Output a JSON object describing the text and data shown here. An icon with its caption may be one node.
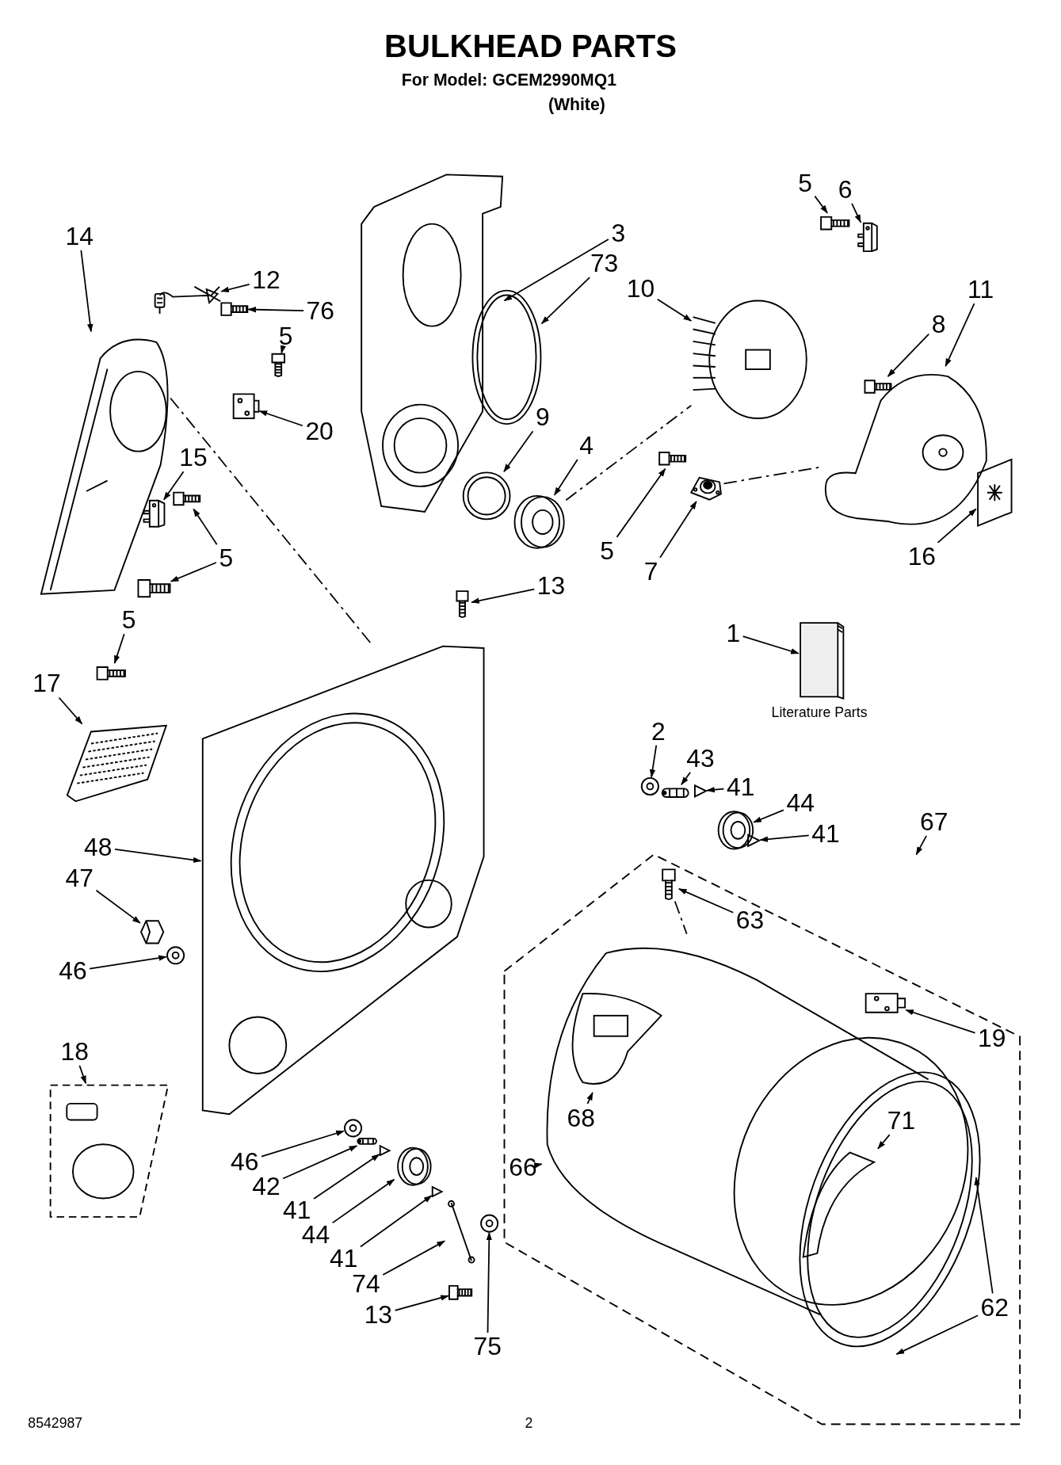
{
  "diagram": {
    "title": "BULKHEAD PARTS",
    "nodes": [
      {
        "text": [
          "14"
        ]
      },
      {
        "text": [],
        "shape": "picture"
      },
      {
        "text": [
          "12"
        ]
      },
      {
        "text": [],
        "shape": "picture"
      },
      {
        "text": [
          "76"
        ]
      },
      {
        "text": [],
        "shape": "picture"
      },
      {
        "text": [
          "5"
        ]
      },
      {
        "text": [],
        "shape": "picture"
      },
      {
        "text": [
          "20"
        ]
      },
      {
        "text": [],
        "shape": "picture"
      },
      {
        "text": [
          "15"
        ]
      },
      {
        "text": [],
        "shape": "picture",
        "in": 1
      },
      {
        "text": [
          "5"
        ]
      },
      {
        "text": [],
        "shape": "picture"
      },
      {
        "text": [],
        "shape": "picture"
      },
      {
        "text": [
          "3"
        ]
      },
      {
        "text": [],
        "shape": "picture"
      },
      {
        "text": [
          "73"
        ]
      },
      {
        "text": [],
        "shape": "picture"
      },
      {
        "text": [
          "9"
        ]
      },
      {
        "text": [],
        "shape": "picture"
      },
      {
        "text": [
          "4"
        ]
      },
      {
        "text": [],
        "shape": "picture"
      },
      {
        "text": [
          "5"
        ]
      },
      {
        "text": [],
        "shape": "picture"
      },
      {
        "text": [
          "6"
        ]
      },
      {
        "text": [],
        "shape": "picture"
      },
      {
        "text": [
          "10"
        ]
      },
      {
        "text": [],
        "shape": "picture"
      },
      {
        "text": [
          "8"
        ]
      },
      {
        "text": [],
        "shape": "picture"
      },
      {
        "text": [
          "11"
        ]
      },
      {
        "text": [],
        "shape": "picture"
      },
      {
        "text": [
          "16"
        ]
      },
      {
        "text": [],
        "shape": "picture"
      },
      {
        "text": [
          "5"
        ]
      },
      {
        "text": [],
        "shape": "picture"
      },
      {
        "text": [
          "7"
        ]
      },
      {
        "text": [],
        "shape": "picture"
      },
      {
        "text": [
          "13"
        ]
      },
      {
        "text": [],
        "shape": "picture"
      },
      {
        "text": [
          "1"
        ]
      },
      {
        "text": [],
        "shape": "picture"
      },
      {
        "text": [
          "5"
        ]
      },
      {
        "text": [],
        "shape": "picture"
      },
      {
        "text": [
          "17"
        ]
      },
      {
        "text": [],
        "shape": "picture"
      },
      {
        "text": [
          "48"
        ]
      },
      {
        "text": [],
        "shape": "picture"
      },
      {
        "text": [
          "47"
        ]
      },
      {
        "text": [],
        "shape": "picture"
      },
      {
        "text": [
          "46"
        ]
      },
      {
        "text": [],
        "shape": "picture"
      },
      {
        "text": [
          "18"
        ]
      },
      {
        "text": [],
        "shape": "picture"
      },
      {
        "text": [
          "46"
        ]
      },
      {
        "text": [],
        "shape": "picture"
      },
      {
        "text": [
          "42"
        ]
      },
      {
        "text": [],
        "shape": "picture"
      },
      {
        "text": [
          "41"
        ]
      },
      {
        "text": [],
        "shape": "picture"
      },
      {
        "text": [
          "44"
        ]
      },
      {
        "text": [],
        "shape": "picture"
      },
      {
        "text": [
          "41"
        ]
      },
      {
        "text": [],
        "shape": "picture"
      },
      {
        "text": [
          "74"
        ]
      },
      {
        "text": [],
        "shape": "picture"
      },
      {
        "text": [
          "75"
        ]
      },
      {
        "text": [],
        "shape": "picture"
      },
      {
        "text": [
          "13"
        ]
      },
      {
        "text": [],
        "shape": "picture"
      },
      {
        "text": [
          "2"
        ]
      },
      {
        "text": [],
        "shape": "picture"
      },
      {
        "text": [
          "43"
        ]
      },
      {
        "text": [],
        "shape": "picture"
      },
      {
        "text": [
          "41"
        ]
      },
      {
        "text": [],
        "shape": "picture"
      },
      {
        "text": [
          "44"
        ]
      },
      {
        "text": [],
        "shape": "picture"
      },
      {
        "text": [
          "41"
        ]
      },
      {
        "text": [],
        "shape": "picture"
      },
      {
        "text": [
          "67"
        ]
      },
      {
        "text": [],
        "shape": "picture"
      },
      {
        "text": [
          "63"
        ],
        "in": 82
      },
      {
        "text": [],
        "shape": "picture",
        "in": 82
      },
      {
        "text": [
          "66"
        ],
        "in": 82
      },
      {
        "text": [],
        "shape": "picture",
        "in": 82
      },
      {
        "text": [
          "68"
        ],
        "in": 86
      },
      {
        "text": [],
        "shape": "picture",
        "in": 86
      },
      {
        "text": [
          "19"
        ],
        "in": 82
      },
      {
        "text": [],
        "shape": "picture",
        "in": 86
      },
      {
        "text": [
          "62"
        ],
        "in": 82
      },
      {
        "text": [],
        "shape": "picture",
        "in": 82
      },
      {
        "text": [
          "71"
        ],
        "in": 92
      },
      {
        "text": [],
        "shape": "picture",
        "in": 92
      }
    ],
    "edges": [
      {
        "from": 0,
        "to": 1,
        "arrow": "to"
      },
      {
        "from": 2,
        "to": 3,
        "arrow": "to"
      },
      {
        "from": 4,
        "to": 5,
        "arrow": "to"
      },
      {
        "from": 6,
        "to": 7,
        "arrow": "to"
      },
      {
        "from": 8,
        "to": 9,
        "arrow": "to"
      },
      {
        "from": 10,
        "to": 11,
        "arrow": "to"
      },
      {
        "from": 12,
        "to": 13,
        "arrow": "to"
      },
      {
        "from": 12,
        "to": 14,
        "arrow": "to"
      },
      {
        "from": 15,
        "to": 16,
        "arrow": "to"
      },
      {
        "from": 17,
        "to": 18,
        "arrow": "to"
      },
      {
        "from": 19,
        "to": 20,
        "arrow": "to"
      },
      {
        "from": 21,
        "to": 22,
        "arrow": "to"
      },
      {
        "from": 23,
        "to": 24,
        "arrow": "to"
      },
      {
        "from": 25,
        "to": 26,
        "arrow": "to"
      },
      {
        "from": 27,
        "to": 28,
        "arrow": "to"
      },
      {
        "from": 29,
        "to": 30,
        "arrow": "to"
      },
      {
        "from": 31,
        "to": 32,
        "arrow": "to"
      },
      {
        "from": 33,
        "to": 34,
        "arrow": "to"
      },
      {
        "from": 35,
        "to": 36,
        "arrow": "to"
      },
      {
        "from": 37,
        "to": 38,
        "arrow": "to"
      },
      {
        "from": 39,
        "to": 40,
        "arrow": "to"
      },
      {
        "from": 41,
        "to": 42,
        "arrow": "to"
      },
      {
        "from": 43,
        "to": 44,
        "arrow": "to"
      },
      {
        "from": 45,
        "to": 46,
        "arrow": "to"
      },
      {
        "from": 47,
        "to": 48,
        "arrow": "to"
      },
      {
        "from": 49,
        "to": 50,
        "arrow": "to"
      },
      {
        "from": 51,
        "to": 52,
        "arrow": "to"
      },
      {
        "from": 53,
        "to": 54,
        "arrow": "to"
      },
      {
        "from": 55,
        "to": 56,
        "arrow": "to"
      },
      {
        "from": 57,
        "to": 58,
        "arrow": "to"
      },
      {
        "from": 59,
        "to": 60,
        "arrow": "to"
      },
      {
        "from": 61,
        "to": 62,
        "arrow": "to"
      },
      {
        "from": 63,
        "to": 64,
        "arrow": "to"
      },
      {
        "from": 65,
        "to": 66,
        "arrow": "to"
      },
      {
        "from": 67,
        "to": 68,
        "arrow": "to"
      },
      {
        "from": 69,
        "to": 70,
        "arrow": "to"
      },
      {
        "from": 71,
        "to": 72,
        "arrow": "to"
      },
      {
        "from": 73,
        "to": 74,
        "arrow": "to"
      },
      {
        "from": 75,
        "to": 76,
        "arrow": "to"
      },
      {
        "from": 77,
        "to": 78,
        "arrow": "to"
      },
      {
        "from": 79,
        "to": 80,
        "arrow": "to"
      },
      {
        "from": 81,
        "to": 82,
        "arrow": "to"
      },
      {
        "from": 83,
        "to": 84,
        "arrow": "to"
      },
      {
        "from": 85,
        "to": 86,
        "arrow": "to"
      },
      {
        "from": 87,
        "to": 88,
        "arrow": "to"
      },
      {
        "from": 89,
        "to": 90,
        "arrow": "to"
      },
      {
        "from": 91,
        "to": 92,
        "arrow": "to"
      },
      {
        "from": 91,
        "to": 92,
        "arrow": "to"
      },
      {
        "from": 93,
        "to": 94,
        "arrow": "to"
      },
      {
        "from": 1,
        "to": 48,
        "arrow": "none",
        "style": "dashed"
      },
      {
        "from": 22,
        "to": 28,
        "arrow": "none",
        "style": "dashed"
      },
      {
        "from": 38,
        "to": 32,
        "arrow": "none",
        "style": "dashed"
      },
      {
        "from": 84,
        "to": 86,
        "arrow": "none",
        "style": "dashed"
      }
    ],
    "labels": [
      "For Model: GCEM2990MQ1",
      "(White)",
      "Literature Parts",
      "8542987",
      "2"
    ]
  }
}
